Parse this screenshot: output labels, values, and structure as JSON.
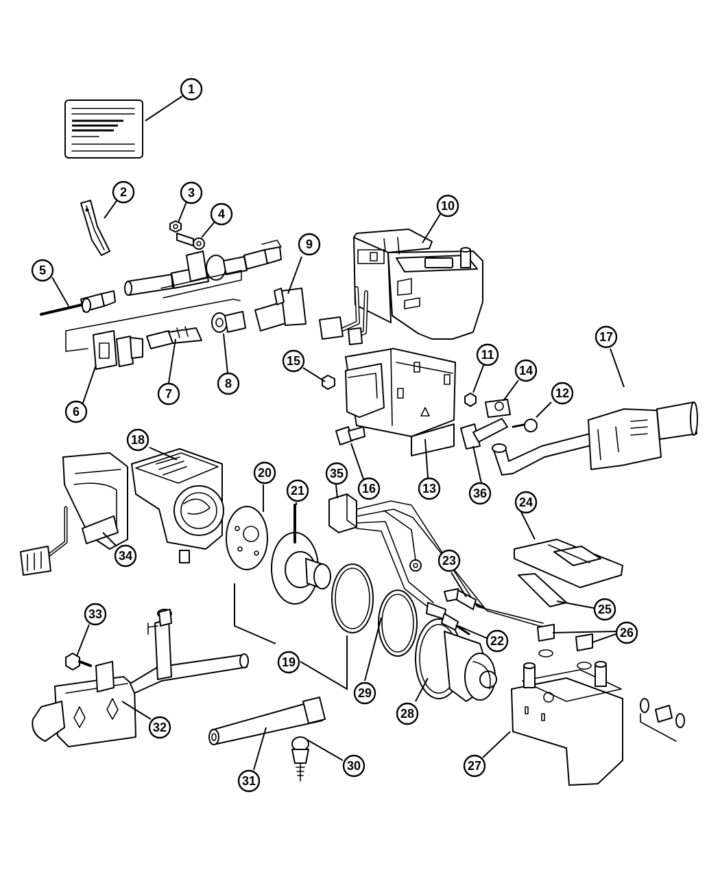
{
  "callouts": [
    {
      "id": "1",
      "label": "1"
    },
    {
      "id": "2",
      "label": "2"
    },
    {
      "id": "3",
      "label": "3"
    },
    {
      "id": "4",
      "label": "4"
    },
    {
      "id": "5",
      "label": "5"
    },
    {
      "id": "6",
      "label": "6"
    },
    {
      "id": "7",
      "label": "7"
    },
    {
      "id": "8",
      "label": "8"
    },
    {
      "id": "9",
      "label": "9"
    },
    {
      "id": "10",
      "label": "10"
    },
    {
      "id": "11",
      "label": "11"
    },
    {
      "id": "12",
      "label": "12"
    },
    {
      "id": "13",
      "label": "13"
    },
    {
      "id": "14",
      "label": "14"
    },
    {
      "id": "15",
      "label": "15"
    },
    {
      "id": "16",
      "label": "16"
    },
    {
      "id": "17",
      "label": "17"
    },
    {
      "id": "18",
      "label": "18"
    },
    {
      "id": "19",
      "label": "19"
    },
    {
      "id": "20",
      "label": "20"
    },
    {
      "id": "21",
      "label": "21"
    },
    {
      "id": "22",
      "label": "22"
    },
    {
      "id": "23",
      "label": "23"
    },
    {
      "id": "24",
      "label": "24"
    },
    {
      "id": "25",
      "label": "25"
    },
    {
      "id": "26",
      "label": "26"
    },
    {
      "id": "27",
      "label": "27"
    },
    {
      "id": "28",
      "label": "28"
    },
    {
      "id": "29",
      "label": "29"
    },
    {
      "id": "30",
      "label": "30"
    },
    {
      "id": "31",
      "label": "31"
    },
    {
      "id": "32",
      "label": "32"
    },
    {
      "id": "33",
      "label": "33"
    },
    {
      "id": "34",
      "label": "34"
    },
    {
      "id": "35",
      "label": "35"
    },
    {
      "id": "36",
      "label": "36"
    }
  ]
}
